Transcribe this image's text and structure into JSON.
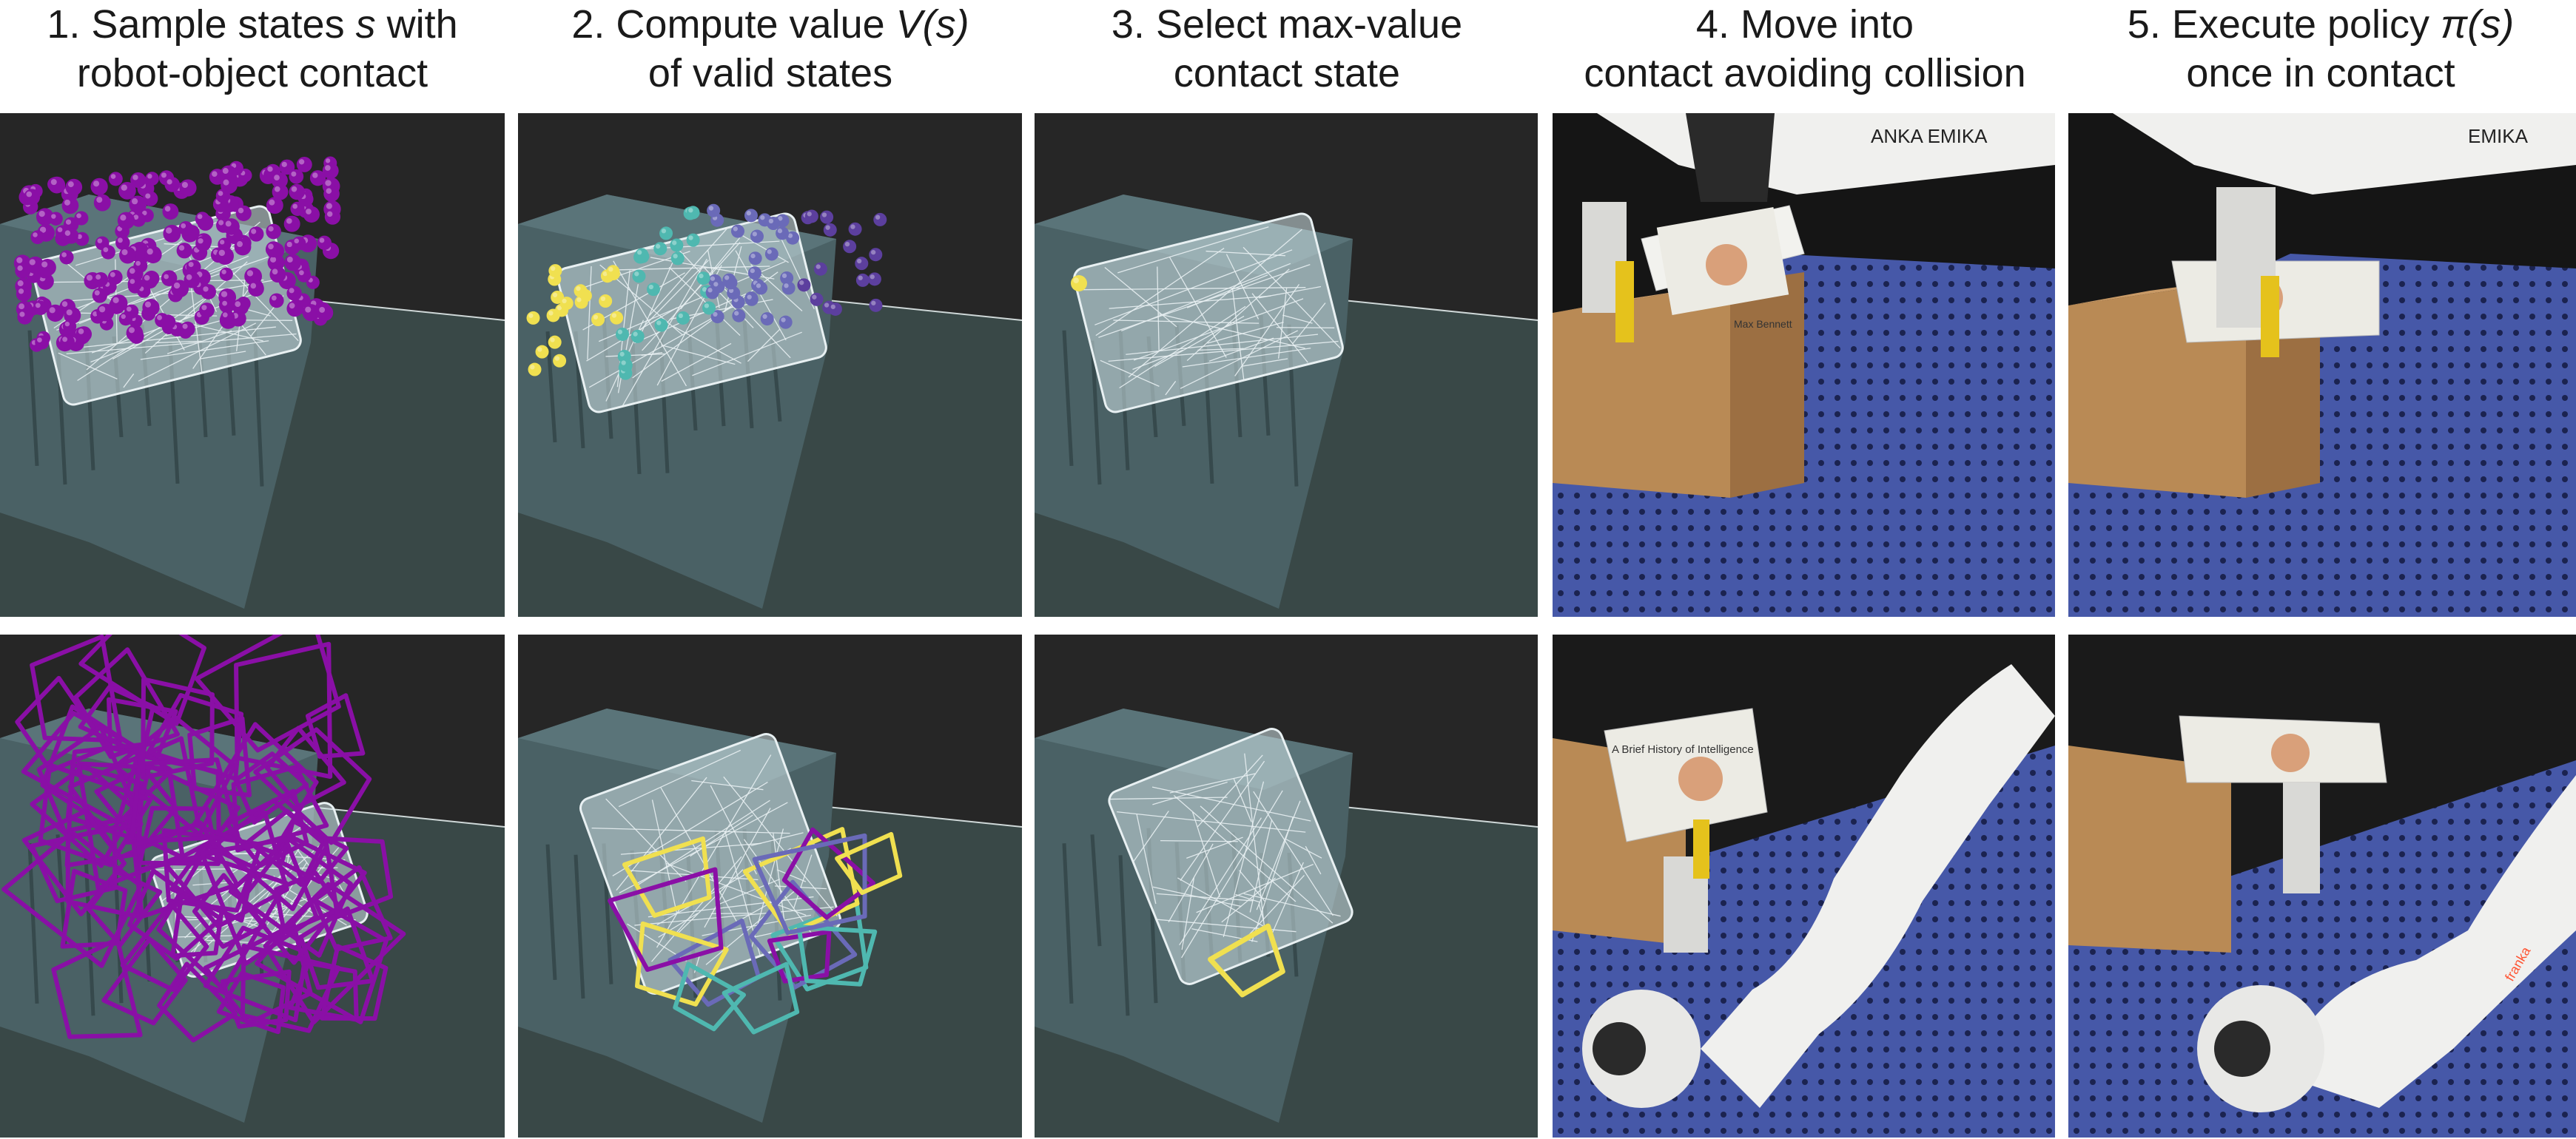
{
  "steps": [
    {
      "num": "1.",
      "line1_pre": "Sample states ",
      "line1_var": "s",
      "line1_post": " with",
      "line2": "robot-object contact"
    },
    {
      "num": "2.",
      "line1_pre": "Compute value ",
      "line1_var": "V(s)",
      "line1_post": "",
      "line2": "of valid states"
    },
    {
      "num": "3.",
      "line1_pre": "Select max-value",
      "line1_var": "",
      "line1_post": "",
      "line2": "contact state"
    },
    {
      "num": "4.",
      "line1_pre": "Move into",
      "line1_var": "",
      "line1_post": "",
      "line2": "contact avoiding collision"
    },
    {
      "num": "5.",
      "line1_pre": "Execute policy ",
      "line1_var": "π(s)",
      "line1_post": "",
      "line2": "once in contact"
    }
  ],
  "photo_text": {
    "robot_brand": "ANKA EMIKA",
    "book_title_a": "A Brief History of Intelligence",
    "book_author": "Max Bennett",
    "arm_brand": "franka"
  },
  "colors": {
    "background_dark": "#262626",
    "table": "#394847",
    "box": "#4a6165",
    "mesh": "#e8f0f2",
    "sample_purple": "#8a0fa6",
    "value_yellow": "#f0e050",
    "value_teal": "#4fb8b0",
    "value_blue": "#6a6ab8",
    "cardboard": "#b98a55",
    "grid_blue": "#4658a8"
  },
  "icons": [
    "contact-points",
    "gripper-outlines",
    "robot-arm"
  ]
}
